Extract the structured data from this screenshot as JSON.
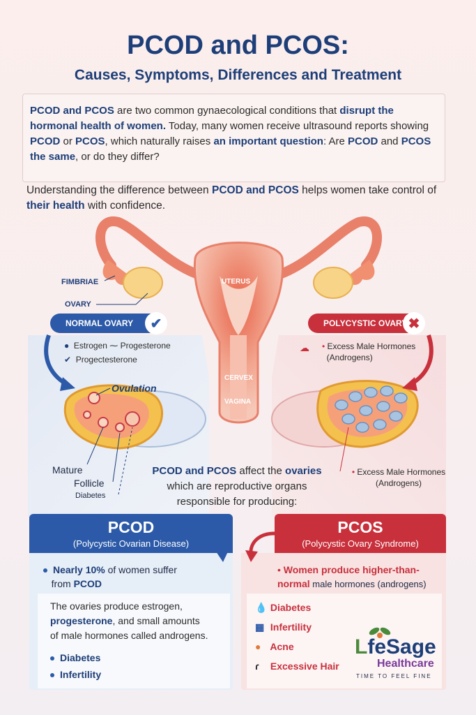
{
  "header": {
    "title": "PCOD and PCOS:",
    "subtitle": "Causes, Symptoms, Differences and Treatment"
  },
  "intro": {
    "p1": "PCOD and PCOS",
    "p2": " are two common gynaecological conditions that ",
    "p3": "disrupt the hormonal health of women.",
    "p4": " Today, many women receive ultrasound reports showing ",
    "p5": "PCOD",
    "p6": " or ",
    "p7": "PCOS",
    "p8": ", which naturally raises ",
    "p9": "an important question",
    "p10": ": Are ",
    "p11": "PCOD",
    "p12": " and ",
    "p13": "PCOS",
    "p14": " the same",
    "p15": ", or do they differ?"
  },
  "lead": {
    "a": "Understanding the difference between ",
    "b": "PCOD and PCOS",
    "c": " helps women take control of ",
    "d": "their health",
    "e": " with confidence."
  },
  "anatomy": {
    "fimbriae": "FIMBRIAE",
    "ovary": "OVARY",
    "uterus": "UTERUS",
    "cervix": "CERVEX",
    "vagina": "VAGINA",
    "ovulation": "Ovulation",
    "mature": "Mature",
    "follicle": "Follicle",
    "diabetes": "Diabetes"
  },
  "normal": {
    "label": "NORMAL OVARY",
    "item1": "Estrogen ⁓ Progesterone",
    "item2": "Progectesterone"
  },
  "polycystic": {
    "label": "POLYCYSTIC OVARY",
    "item1a": "Excess Male Hormones",
    "item1b": "(Androgens)",
    "item2a": "Excess Male Hormones",
    "item2b": "(Androgens)"
  },
  "center": {
    "line1a": "PCOD and PCOS",
    "line1b": " affect the ",
    "line1c": "ovaries",
    "line2": "which are reproductive organs",
    "line3": "responsible for producing:"
  },
  "pcod": {
    "title": "PCOD",
    "subtitle": "(Polycystic Ovarian Disease)",
    "stat_a": "Nearly 10%",
    "stat_b": " of women suffer",
    "stat_c": "from ",
    "stat_d": "PCOD",
    "desc1": "The ovaries produce estrogen,",
    "desc2a": "progesterone",
    "desc2b": ", and small amounts",
    "desc3": "of male hormones called androgens.",
    "bullets": [
      "Diabetes",
      "Infertility"
    ]
  },
  "pcos": {
    "title": "PCOS",
    "subtitle": "(Polycystic Ovary Syndrome)",
    "stat_a": "Women produce higher-than-",
    "stat_b": "normal",
    "stat_c": " male hormones (androgens)",
    "items": [
      "Diabetes",
      "Infertility",
      "Acne",
      "Excessive Hair"
    ]
  },
  "logo": {
    "brand_a": "L",
    "brand_b": "feSage",
    "brand_c": "Healthcare",
    "tagline": "TIME TO FEEL FINE"
  },
  "colors": {
    "navy": "#1d3e78",
    "blue": "#2c5aa8",
    "red": "#c8303c",
    "orange": "#e07a3a",
    "green": "#4a8a3a"
  }
}
